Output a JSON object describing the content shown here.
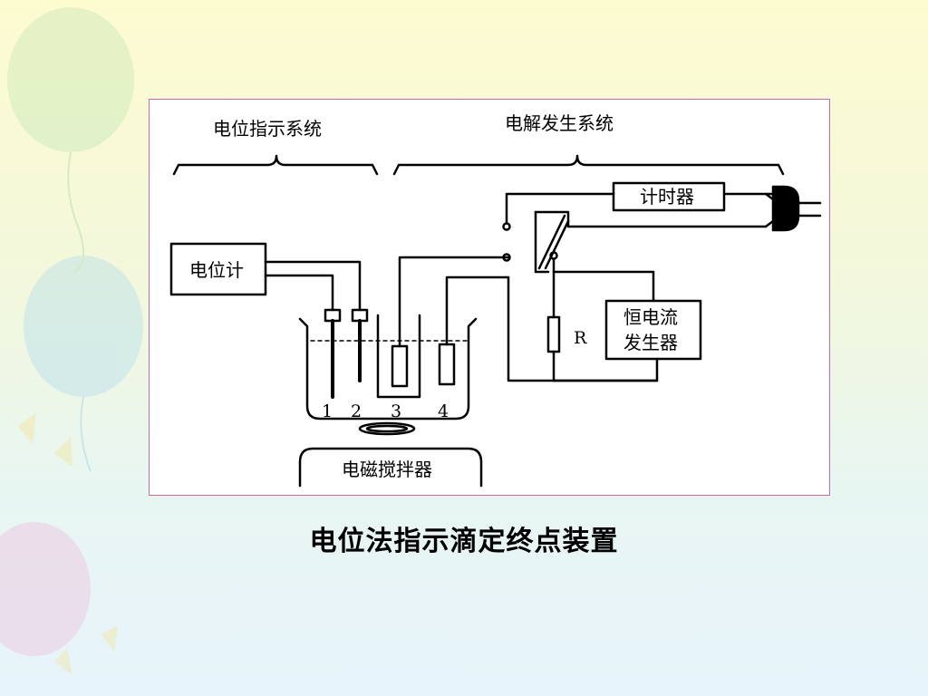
{
  "diagram": {
    "group_left": "电位指示系统",
    "group_right": "电解发生系统",
    "potentiometer": "电位计",
    "timer": "计时器",
    "current_gen_line1": "恒电流",
    "current_gen_line2": "发生器",
    "resistor": "R",
    "stirrer": "电磁搅拌器",
    "electrodes": [
      "1",
      "2",
      "3",
      "4"
    ]
  },
  "caption": "电位法指示滴定终点装置"
}
